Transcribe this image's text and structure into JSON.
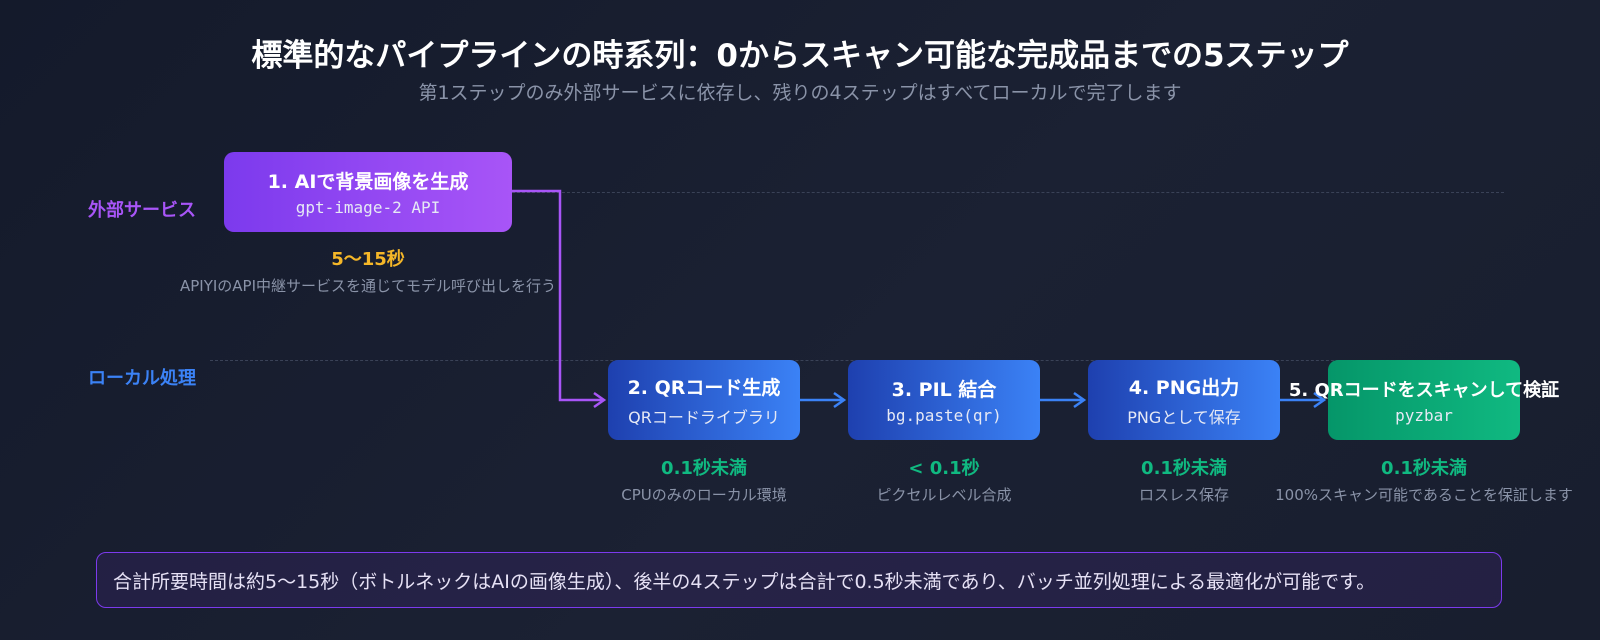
{
  "header": {
    "title": "標準的なパイプラインの時系列：0からスキャン可能な完成品までの5ステップ",
    "subtitle": "第1ステップのみ外部サービスに依存し、残りの4ステップはすべてローカルで完了します"
  },
  "lanes": {
    "external": "外部サービス",
    "local": "ローカル処理"
  },
  "steps": [
    {
      "title": "1. AIで背景画像を生成",
      "sub": "gpt-image-2 API",
      "timing": "5～15秒",
      "note": "APIYIのAPI中継サービスを通じてモデル呼び出しを行う"
    },
    {
      "title": "2. QRコード生成",
      "sub": "QRコードライブラリ",
      "timing": "0.1秒未満",
      "note": "CPUのみのローカル環境"
    },
    {
      "title": "3. PIL 結合",
      "sub": "bg.paste(qr)",
      "timing": "< 0.1秒",
      "note": "ピクセルレベル合成"
    },
    {
      "title": "4. PNG出力",
      "sub": "PNGとして保存",
      "timing": "0.1秒未満",
      "note": "ロスレス保存"
    },
    {
      "title": "5. QRコードをスキャンして検証",
      "sub": "pyzbar",
      "timing": "0.1秒未満",
      "note": "100%スキャン可能であることを保証します"
    }
  ],
  "summary": "合計所要時間は約5～15秒（ボトルネックはAIの画像生成）、後半の4ステップは合計で0.5秒未満であり、バッチ並列処理による最適化が可能です。",
  "colors": {
    "external_accent": "#a855f7",
    "local_accent": "#3b82f6",
    "verify_accent": "#10b981",
    "timing_external": "#f5b728",
    "timing_local": "#10b981"
  }
}
